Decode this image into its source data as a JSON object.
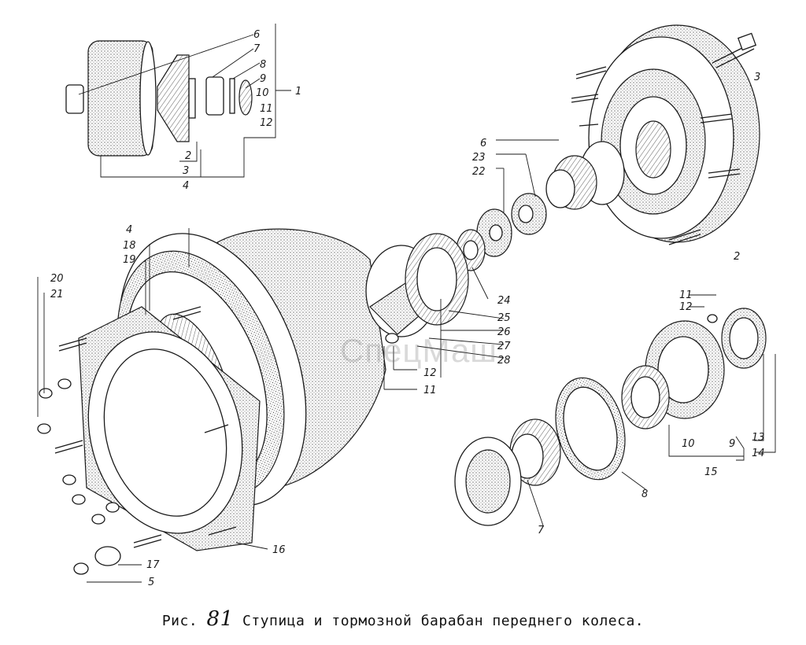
{
  "figure": {
    "prefix": "Рис.",
    "number": "81",
    "title": "Ступица и тормозной барабан переднего колеса."
  },
  "watermark": {
    "text": "СпецМаш"
  },
  "callouts": [
    "1",
    "2",
    "3",
    "4",
    "5",
    "6",
    "7",
    "8",
    "9",
    "10",
    "11",
    "12",
    "13",
    "14",
    "15",
    "16",
    "17",
    "18",
    "19",
    "20",
    "21",
    "22",
    "23",
    "24",
    "25",
    "26",
    "27",
    "28"
  ]
}
